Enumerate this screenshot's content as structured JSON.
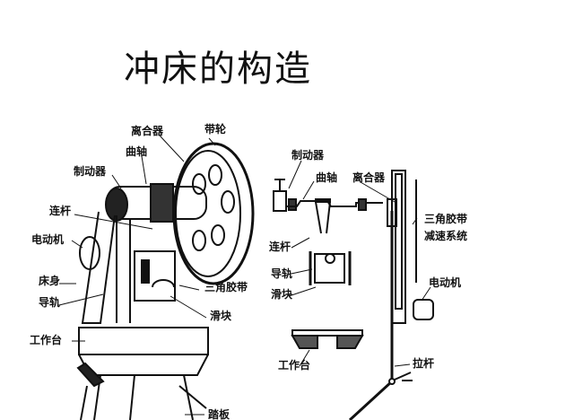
{
  "title": "冲床的构造",
  "left_diagram": {
    "clutch": "离合器",
    "pulley": "带轮",
    "crankshaft": "曲轴",
    "brake": "制动器",
    "connecting_rod": "连杆",
    "motor": "电动机",
    "bed": "床身",
    "guide_rail": "导轨",
    "v_belt": "三角胶带",
    "slider": "滑块",
    "worktable": "工作台",
    "pedal": "踏板"
  },
  "right_diagram": {
    "brake": "制动器",
    "crankshaft": "曲轴",
    "clutch": "离合器",
    "v_belt_1": "三角胶带",
    "v_belt_2": "减速系统",
    "connecting_rod": "连杆",
    "guide_rail": "导轨",
    "slider": "滑块",
    "motor": "电动机",
    "worktable": "工作台",
    "pull_rod": "拉杆"
  }
}
